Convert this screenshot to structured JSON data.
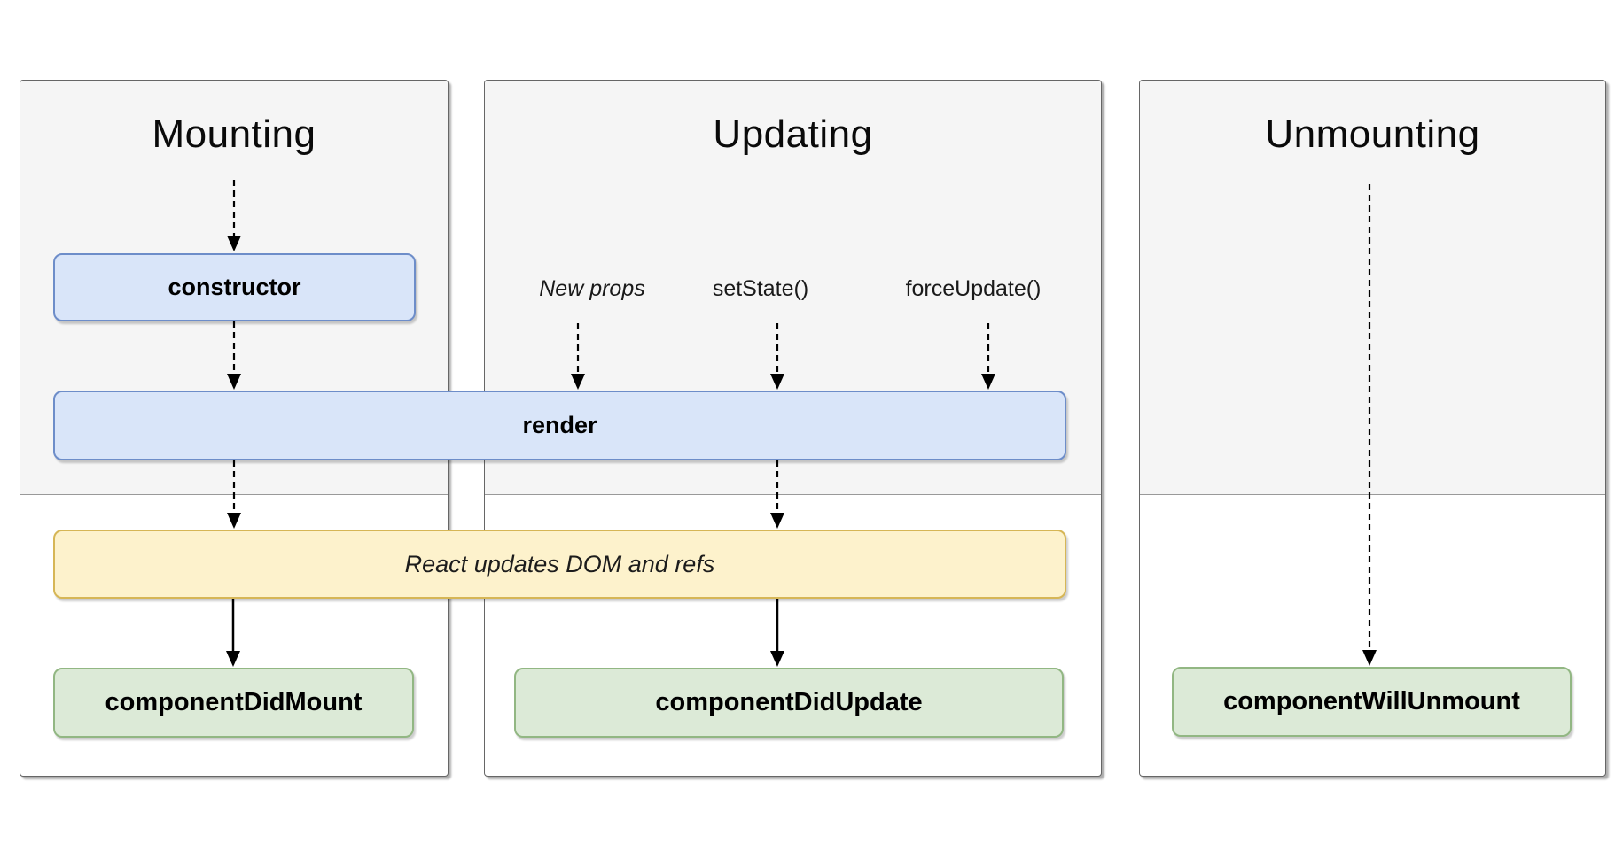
{
  "columns": [
    {
      "title": "Mounting"
    },
    {
      "title": "Updating"
    },
    {
      "title": "Unmounting"
    }
  ],
  "lifecycle_boxes": {
    "constructor": "constructor",
    "render": "render",
    "react_updates_dom": "React updates DOM and refs",
    "component_did_mount": "componentDidMount",
    "component_did_update": "componentDidUpdate",
    "component_will_unmount": "componentWillUnmount"
  },
  "update_triggers": [
    {
      "label": "New props"
    },
    {
      "label": "setState()"
    },
    {
      "label": "forceUpdate()"
    }
  ],
  "colors": {
    "panel-bg": "#ffffff",
    "panel-top-bg": "#f5f5f5",
    "panel-border": "#666666",
    "divider": "#999999",
    "blue-fill": "#d9e5f9",
    "blue-border": "#6d8dc9",
    "yellow-fill": "#fdf2cc",
    "yellow-border": "#d6b656",
    "green-fill": "#dcead7",
    "green-border": "#92b783",
    "arrow": "#000000",
    "text": "#000000"
  }
}
